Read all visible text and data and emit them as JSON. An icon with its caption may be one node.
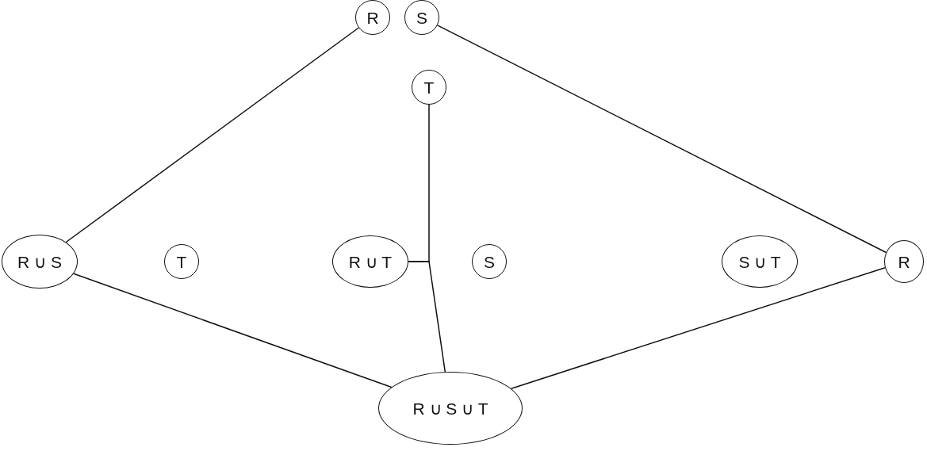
{
  "diagram": {
    "nodes": [
      {
        "text": [
          "R"
        ]
      },
      {
        "text": [
          "S"
        ]
      },
      {
        "text": [
          "T"
        ]
      },
      {
        "text": [
          "R ∪ S"
        ]
      },
      {
        "text": [
          "T"
        ]
      },
      {
        "text": [
          "R ∪ T"
        ]
      },
      {
        "text": [
          "S"
        ]
      },
      {
        "text": [
          "S ∪ T"
        ]
      },
      {
        "text": [
          "R"
        ]
      },
      {
        "text": [
          "R ∪ S ∪ T"
        ]
      }
    ],
    "edges": [
      {
        "from": 0,
        "to": 3,
        "arrow": "none"
      },
      {
        "from": 1,
        "to": 8,
        "arrow": "none"
      },
      {
        "from": 2,
        "to": 5,
        "arrow": "none"
      },
      {
        "from": 3,
        "to": 9,
        "arrow": "none"
      },
      {
        "from": 5,
        "to": 9,
        "arrow": "none"
      },
      {
        "from": 8,
        "to": 9,
        "arrow": "none"
      }
    ]
  }
}
